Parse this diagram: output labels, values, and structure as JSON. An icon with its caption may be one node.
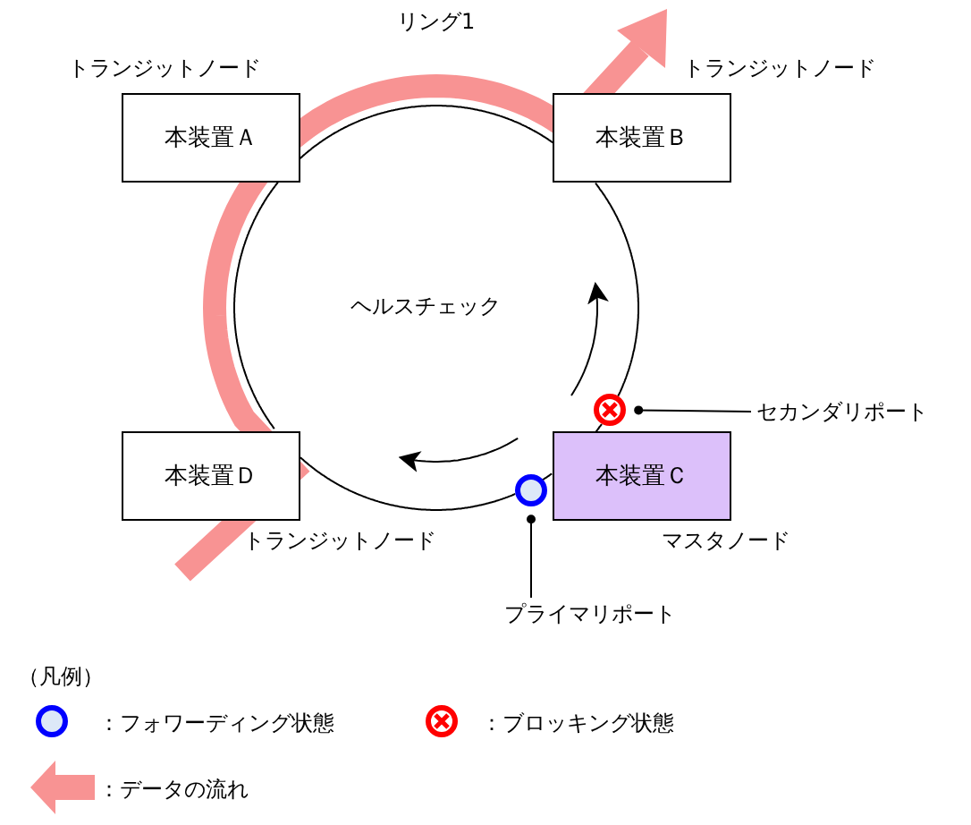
{
  "diagram": {
    "nodes": [
      {
        "text": [
          "本装置Ａ"
        ],
        "beside": [
          "トランジットノード"
        ]
      },
      {
        "text": [
          "本装置Ｂ"
        ],
        "beside": [
          "トランジットノード"
        ]
      },
      {
        "text": [
          "本装置Ｃ"
        ],
        "beside": [
          "マスタノード"
        ]
      },
      {
        "text": [
          "本装置Ｄ"
        ],
        "beside": [
          "トランジットノード"
        ]
      },
      {
        "text": [
          "セカンダリポート"
        ]
      },
      {
        "text": [],
        "shape": "circle"
      },
      {
        "text": [
          "プライマリポート"
        ]
      },
      {
        "text": [],
        "shape": "circle"
      }
    ],
    "edges": [
      {
        "from": 0,
        "to": 1,
        "arrow": "none"
      },
      {
        "from": 1,
        "to": 5,
        "arrow": "none"
      },
      {
        "from": 5,
        "to": 2,
        "arrow": "none"
      },
      {
        "from": 2,
        "to": 7,
        "arrow": "none"
      },
      {
        "from": 7,
        "to": 3,
        "arrow": "none"
      },
      {
        "from": 3,
        "to": 0,
        "arrow": "none"
      },
      {
        "from": 4,
        "to": 5,
        "arrow": "other"
      },
      {
        "from": 6,
        "to": 7,
        "arrow": "other"
      }
    ],
    "labels": [
      "リング1",
      "ヘルスチェック",
      "（凡例）"
    ],
    "legend": [
      {
        "text": "：フォワーディング状態"
      },
      {
        "text": "：ブロッキング状態"
      },
      {
        "text": "：データの流れ"
      }
    ]
  }
}
